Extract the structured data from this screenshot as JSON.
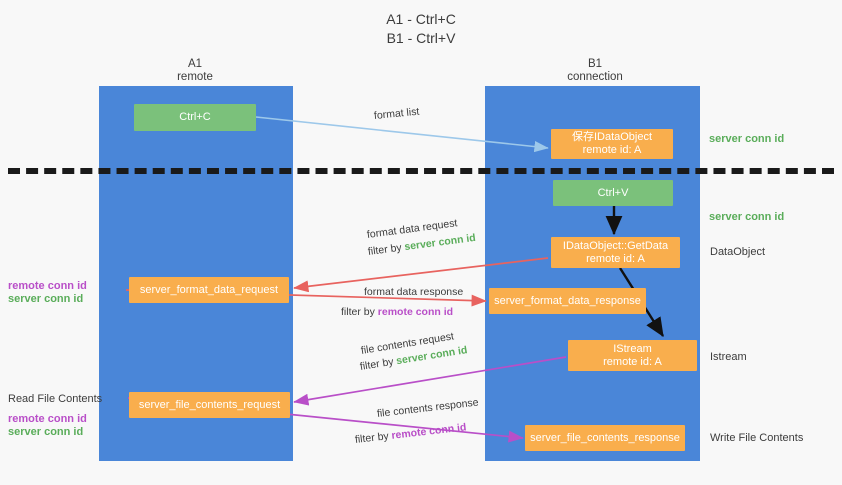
{
  "title": {
    "line1": "A1 - Ctrl+C",
    "line2": "B1 - Ctrl+V"
  },
  "lanes": [
    {
      "id": "a1",
      "name": "A1",
      "sub": "remote"
    },
    {
      "id": "b1",
      "name": "B1",
      "sub": "connection"
    }
  ],
  "boxes": {
    "ctrl_c": {
      "line1": "Ctrl+C",
      "line2": ""
    },
    "save_idataobject": {
      "line1": "保存IDataObject",
      "line2": "remote id: A"
    },
    "ctrl_v": {
      "line1": "Ctrl+V",
      "line2": ""
    },
    "getdata": {
      "line1": "IDataObject::GetData",
      "line2": "remote id: A"
    },
    "format_data_request": {
      "line1": "server_format_data_request",
      "line2": ""
    },
    "format_data_response": {
      "line1": "server_format_data_response",
      "line2": ""
    },
    "istream": {
      "line1": "IStream",
      "line2": "remote id: A"
    },
    "file_contents_request": {
      "line1": "server_file_contents_request",
      "line2": ""
    },
    "file_contents_response": {
      "line1": "server_file_contents_response",
      "line2": ""
    }
  },
  "edges": {
    "format_list": "format list",
    "format_data_request": "format data request",
    "format_data_request_filter_prefix": "filter by ",
    "format_data_request_filter_key": "server conn id",
    "format_data_response": "format data response",
    "format_data_response_filter_prefix": "filter by ",
    "format_data_response_filter_key": "remote conn id",
    "file_contents_request": "file contents request",
    "file_contents_request_filter_prefix": "filter by ",
    "file_contents_request_filter_key": "server conn id",
    "file_contents_response": "file contents response",
    "file_contents_response_filter_prefix": "filter by ",
    "file_contents_response_filter_key": "remote conn id"
  },
  "annotations": {
    "right_server_conn_id_top": "server conn id",
    "right_server_conn_id_mid": "server conn id",
    "right_dataobject": "DataObject",
    "right_istream": "Istream",
    "right_write_file_contents": "Write File Contents",
    "left_remote_conn_id_1": "remote conn id",
    "left_server_conn_id_1": "server conn id",
    "left_read_file_contents": "Read File Contents",
    "left_remote_conn_id_2": "remote conn id",
    "left_server_conn_id_2": "server conn id"
  },
  "colors": {
    "lane": "#4a86d8",
    "green_box": "#7bc17b",
    "orange_box": "#f9ae4d",
    "green_text": "#5aad5a",
    "purple_text": "#b94fc8",
    "arrow_blue": "#9dc8ea",
    "arrow_red": "#e8635f",
    "arrow_black": "#111111",
    "arrow_purple": "#b94fc8",
    "background": "#f8f8f8"
  }
}
